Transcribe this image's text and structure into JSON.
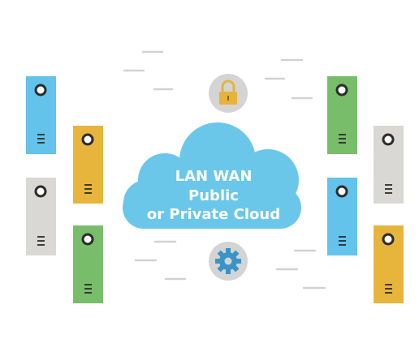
{
  "cloud": {
    "label_lines": [
      "LAN WAN",
      "Public",
      "or Private Cloud"
    ],
    "color": "#6ac7ea"
  },
  "icons": {
    "top": "padlock-icon",
    "bottom": "gear-icon"
  },
  "colors": {
    "blue": "#63c3ea",
    "green": "#78be6a",
    "orange": "#e7b53c",
    "gray": "#d9d8d4",
    "dash": "#d2d2d2",
    "icon_circle": "#d4d4d4",
    "padlock": "#e6b43b",
    "gear": "#3b93c6"
  },
  "servers": [
    {
      "id": "server-left-1",
      "color": "blue"
    },
    {
      "id": "server-left-2",
      "color": "orange"
    },
    {
      "id": "server-left-3",
      "color": "gray"
    },
    {
      "id": "server-left-4",
      "color": "green"
    },
    {
      "id": "server-right-1",
      "color": "green"
    },
    {
      "id": "server-right-2",
      "color": "gray"
    },
    {
      "id": "server-right-3",
      "color": "blue"
    },
    {
      "id": "server-right-4",
      "color": "orange"
    }
  ]
}
